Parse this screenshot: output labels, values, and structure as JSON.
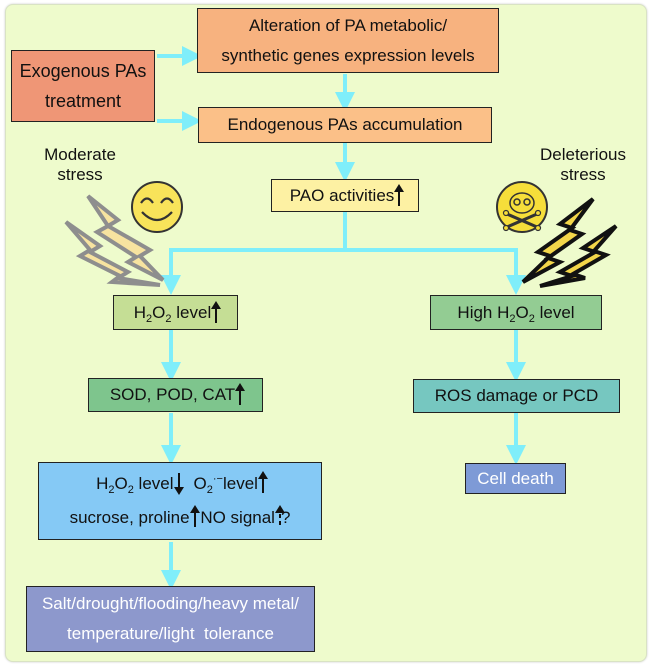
{
  "diagram": {
    "colors": {
      "background": "#eefbcc",
      "arrow": "#7feefa",
      "exogenous": "#ef9676",
      "alteration": "#f7b27f",
      "endogenous": "#fbc088",
      "pao": "#fdf1a3",
      "h2o2": "#c5de95",
      "high_h2o2": "#93cc93",
      "sod": "#7ec58d",
      "ros": "#76c7c0",
      "blue_box": "#85c9f5",
      "cell_death": "#7e9ad6",
      "tolerance": "#8d98cc"
    },
    "nodes": {
      "exogenous": {
        "line1": "Exogenous PAs",
        "line2": "treatment"
      },
      "alteration": {
        "line1": "Alteration of PA metabolic/",
        "line2": "synthetic genes expression levels"
      },
      "endogenous": {
        "label": "Endogenous PAs accumulation"
      },
      "pao": {
        "label": "PAO activities",
        "trend": "up"
      },
      "h2o2_level": {
        "prefix": "H",
        "sub1": "2",
        "mid": "O",
        "sub2": "2",
        "suffix": " level",
        "trend": "up"
      },
      "high_h2o2": {
        "prefix": "High H",
        "sub1": "2",
        "mid": "O",
        "sub2": "2",
        "suffix": " level"
      },
      "sod": {
        "label": "SOD, POD, CAT",
        "trend": "up"
      },
      "ros": {
        "label": "ROS damage or PCD"
      },
      "effects": {
        "h2o2": {
          "prefix": "H",
          "sub1": "2",
          "mid": "O",
          "sub2": "2",
          "suffix": " level",
          "trend": "down"
        },
        "superoxide": {
          "prefix": "O",
          "sub": "2",
          "sup": "·−",
          "suffix": "level",
          "trend": "up"
        },
        "sucrose": {
          "label": "sucrose, proline",
          "trend": "up"
        },
        "no_signal": {
          "label": "NO signal",
          "trend": "up-uncertain",
          "question": "?"
        }
      },
      "cell_death": {
        "label": "Cell death"
      },
      "tolerance": {
        "line1": "Salt/drought/flooding/heavy metal/",
        "line2": "temperature/light  tolerance"
      }
    },
    "labels": {
      "moderate": {
        "line1": "Moderate",
        "line2": "stress"
      },
      "deleterious": {
        "line1": "Deleterious",
        "line2": "stress"
      }
    },
    "icons": {
      "moderate": "smiley-face-icon",
      "deleterious": "skull-crossbones-icon"
    }
  }
}
